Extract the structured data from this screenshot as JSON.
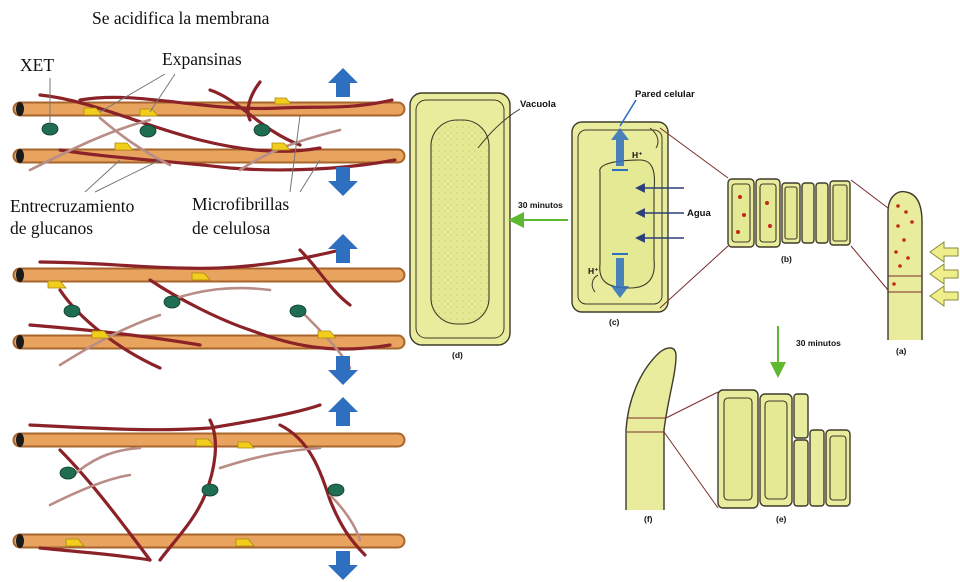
{
  "left_panel": {
    "title": "Se acidifica la membrana",
    "labels": {
      "xet": "XET",
      "expansinas": "Expansinas",
      "entrecruzamiento_1": "Entrecruzamiento",
      "entrecruzamiento_2": "de glucanos",
      "microfibrillas_1": "Microfibrillas",
      "microfibrillas_2": "de celulosa"
    }
  },
  "right_panel": {
    "labels": {
      "vacuola": "Vacuola",
      "pared_celular": "Pared celular",
      "agua": "Agua",
      "h_plus_top": "H⁺",
      "h_plus_bottom": "H⁺",
      "minutos_left": "30 minutos",
      "minutos_down": "30 minutos"
    },
    "panel_letters": {
      "a": "(a)",
      "b": "(b)",
      "c": "(c)",
      "d": "(d)",
      "e": "(e)",
      "f": "(f)"
    }
  },
  "colors": {
    "fiber": "#e8a35f",
    "glucan": "#8b2228",
    "expansin": "#f2cd1c",
    "xet": "#1f6e52",
    "arrow": "#2e6fc0",
    "cell": "#e8ec9c",
    "green_arrow": "#5fb832"
  }
}
